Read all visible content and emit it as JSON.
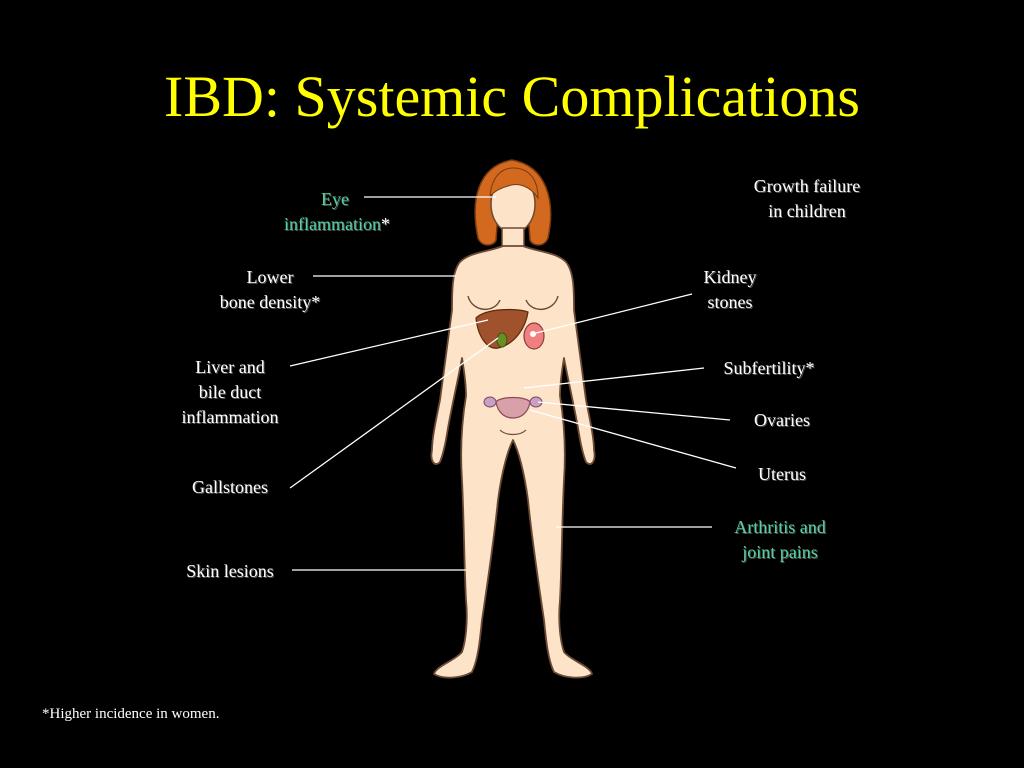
{
  "title": "IBD: Systemic Complications",
  "labels": {
    "eye": {
      "line1": "Eye",
      "line2": "inflammation",
      "mark": "*"
    },
    "bone": {
      "line1": "Lower",
      "line2": "bone density*"
    },
    "liver": {
      "line1": "Liver and",
      "line2": "bile duct",
      "line3": "inflammation"
    },
    "gallstones": {
      "line1": "Gallstones"
    },
    "skin": {
      "line1": "Skin lesions"
    },
    "growth": {
      "line1": "Growth failure",
      "line2": "in children"
    },
    "kidney": {
      "line1": "Kidney",
      "line2": "stones"
    },
    "subfertility": {
      "line1": "Subfertility*"
    },
    "ovaries": {
      "line1": "Ovaries"
    },
    "uterus": {
      "line1": "Uterus"
    },
    "arthritis": {
      "line1": "Arthritis and",
      "line2": "joint pains"
    }
  },
  "footnote": "*Higher incidence in women.",
  "colors": {
    "title": "#ffff00",
    "label": "#ffffff",
    "highlight": "#4fd3a0",
    "skin": "#fde3c8",
    "hair": "#d2691e",
    "liver": "#a0522d",
    "background": "#000000"
  }
}
